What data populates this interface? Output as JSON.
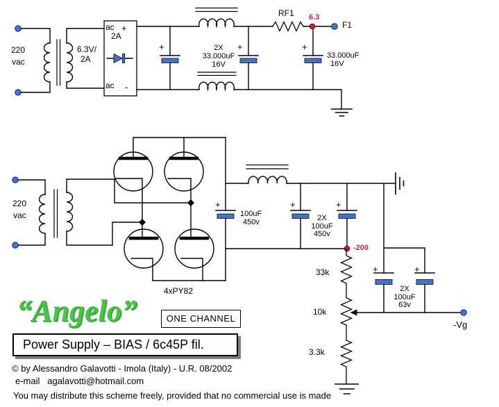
{
  "symbols": {
    "plus": "+",
    "minus": "-"
  },
  "top_supply": {
    "input_voltage_line1": "220",
    "input_voltage_line2": "vac",
    "transformer_rating_line1": "6.3V/",
    "transformer_rating_line2": "2A",
    "rectifier_ac_top": "ac",
    "rectifier_rating": "2A",
    "rectifier_ac_bottom": "ac",
    "filter_caps_line1": "2X",
    "filter_caps_line2": "33.000uF",
    "filter_caps_line3": "16V",
    "series_resistor": "RF1",
    "rail_voltage": "6.3",
    "fuse": "F1",
    "output_cap_line1": "33.000uF",
    "output_cap_line2": "16V"
  },
  "ht_supply": {
    "input_voltage_line1": "220",
    "input_voltage_line2": "vac",
    "tubes": "4xPY82",
    "cap1_line1": "100uF",
    "cap1_line2": "450v",
    "cap_bank450_line1": "2X",
    "cap_bank450_line2": "100uF",
    "cap_bank450_line3": "450v",
    "rail_voltage": "-200",
    "r_top": "33k",
    "r_mid": "10k",
    "r_bottom": "3.3k",
    "cap_bank63_line1": "2X",
    "cap_bank63_line2": "100uF",
    "cap_bank63_line3": "63v",
    "output": "-Vg"
  },
  "titles": {
    "project_name": "“Angelo”",
    "channel_note": "ONE CHANNEL",
    "subtitle": "Power Supply – BIAS / 6c45P fil."
  },
  "footer": {
    "copyright": "© by Alessandro Galavotti - Imola (Italy) - U.R. 08/2002",
    "email": "e-mail   agalavotti@hotmail.com",
    "license": "You may distribute this scheme freely, provided that no commercial use is made"
  },
  "colors": {
    "wire": "#000000",
    "component_blue": "#4472c4",
    "accent_red": "#d81b4c",
    "title_green": "#49c349"
  }
}
